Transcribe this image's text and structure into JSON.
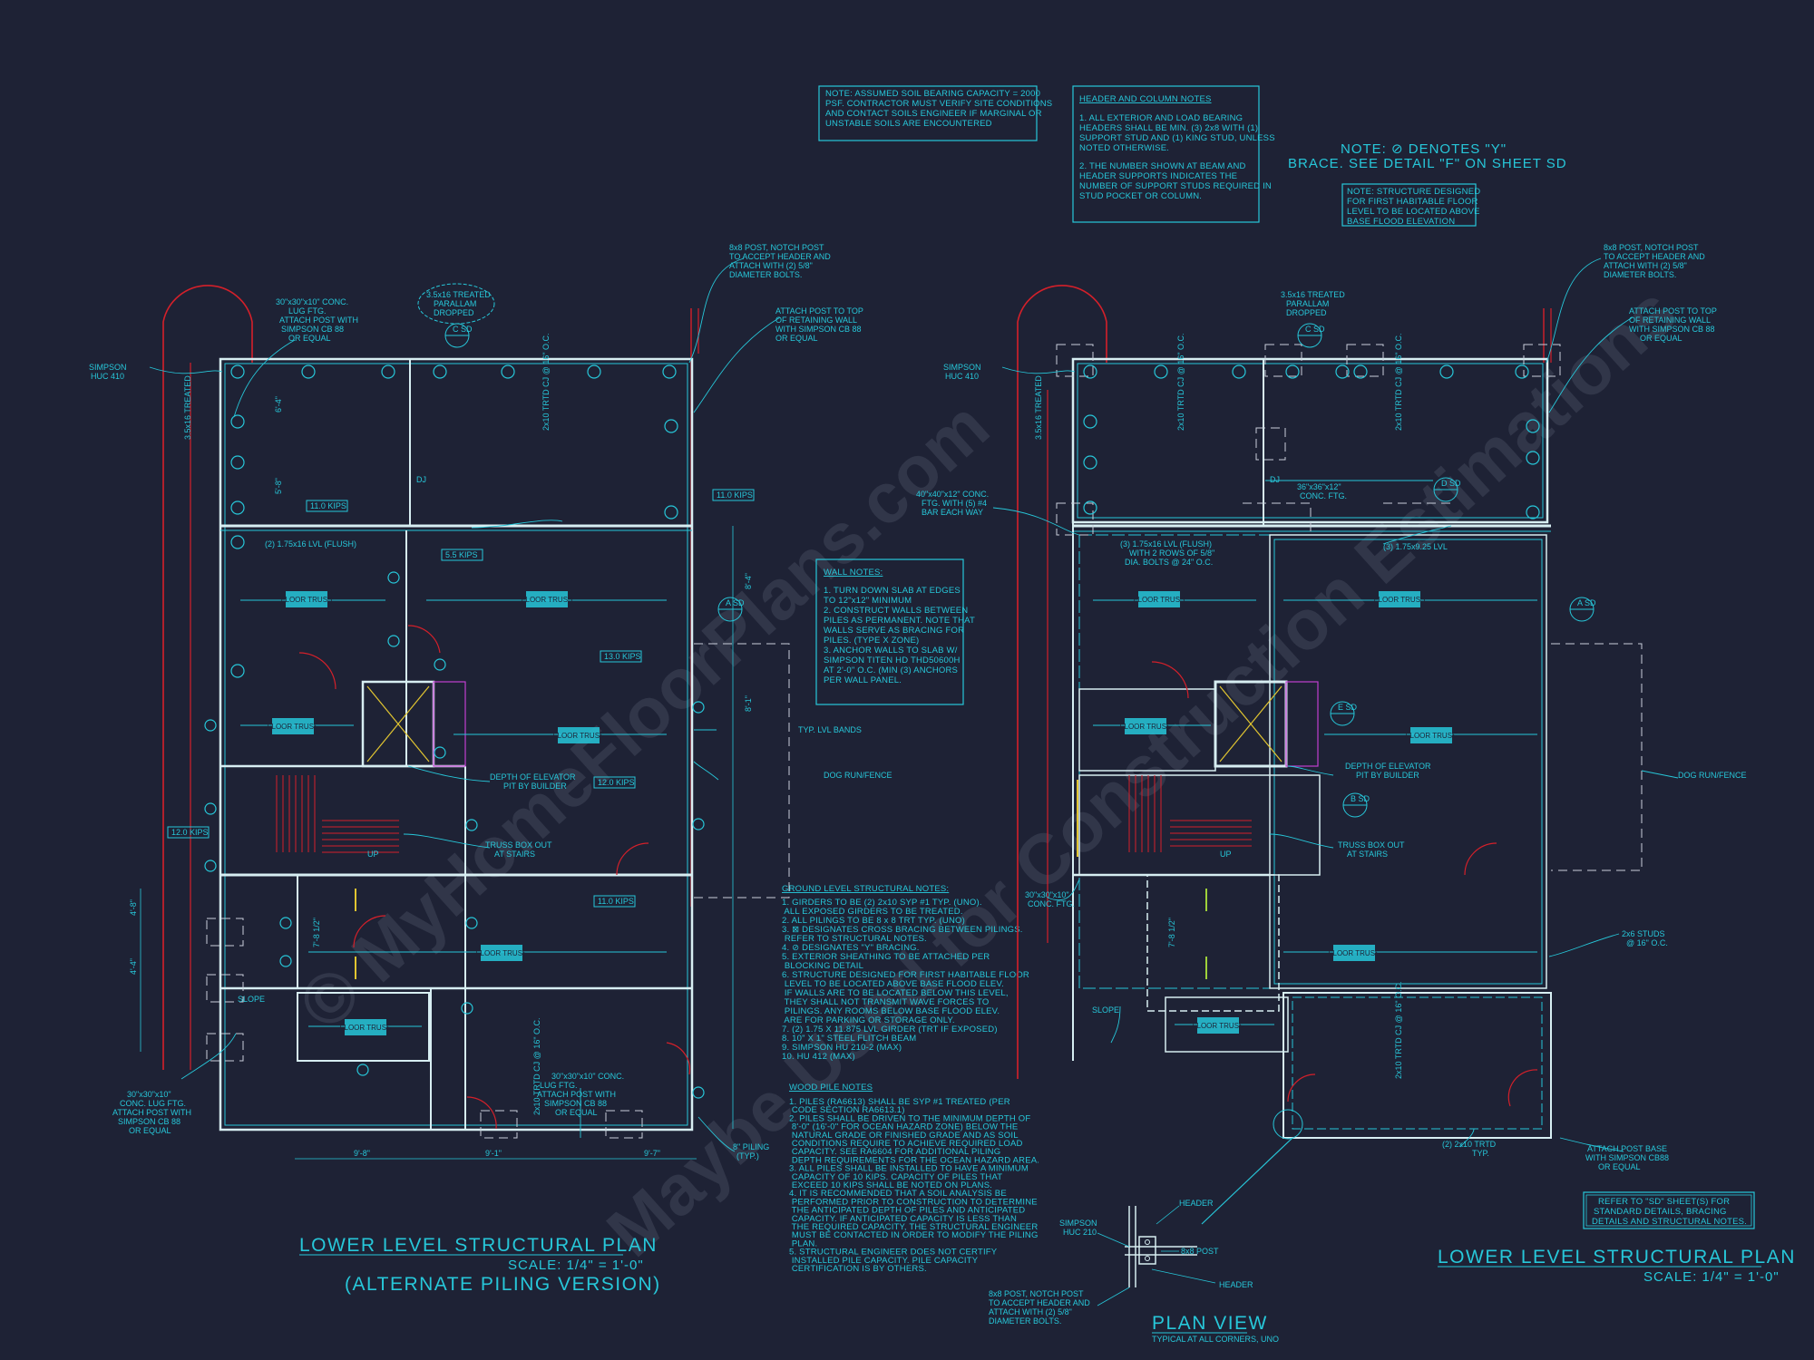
{
  "watermark": {
    "line1": "© MyHomeFloorPlans.com",
    "line2": "Maybe Used for Construction Estimations"
  },
  "notes": {
    "soil": [
      "NOTE: ASSUMED SOIL BEARING CAPACITY = 2000",
      "PSF. CONTRACTOR MUST VERIFY SITE CONDITIONS",
      "AND CONTACT SOILS ENGINEER IF MARGINAL OR",
      "UNSTABLE SOILS ARE ENCOUNTERED"
    ],
    "header_title": "HEADER AND COLUMN NOTES",
    "header_1": [
      "1. ALL EXTERIOR AND LOAD BEARING",
      "HEADERS SHALL BE MIN. (3) 2x8 WITH (1)",
      "SUPPORT STUD AND (1) KING STUD, UNLESS",
      "NOTED OTHERWISE."
    ],
    "header_2": [
      "2. THE NUMBER SHOWN AT BEAM AND",
      "HEADER SUPPORTS INDICATES THE",
      "NUMBER OF SUPPORT STUDS REQUIRED IN",
      "STUD POCKET OR COLUMN."
    ],
    "brace_1": "NOTE: ⊘ DENOTES \"Y\"",
    "brace_2": "BRACE. SEE DETAIL \"F\" ON SHEET SD",
    "flood": [
      "NOTE: STRUCTURE DESIGNED",
      "FOR FIRST HABITABLE FLOOR",
      "LEVEL TO BE LOCATED ABOVE",
      "BASE FLOOD ELEVATION"
    ],
    "wall_title": "WALL NOTES:",
    "wall": [
      "1. TURN DOWN SLAB AT EDGES",
      "TO 12\"x12\" MINIMUM",
      "",
      "2. CONSTRUCT WALLS BETWEEN",
      "PILES AS PERMANENT. NOTE THAT",
      "WALLS SERVE AS BRACING FOR",
      "PILES. (TYPE X ZONE)",
      "",
      "3. ANCHOR WALLS TO SLAB W/",
      "SIMPSON TITEN HD THD50600H",
      "AT 2'-0\" O.C. (MIN (3) ANCHORS",
      "PER WALL PANEL."
    ],
    "ground_title": "GROUND LEVEL STRUCTURAL NOTES:",
    "ground": [
      "1. GIRDERS TO BE (2) 2x10 SYP #1 TYP. (UNO).",
      "   ALL EXPOSED GIRDERS TO BE TREATED.",
      "2. ALL PILINGS TO BE 8 x 8 TRT TYP. (UNO)",
      "3. ⊠ DESIGNATES CROSS BRACING BETWEEN PILINGS.",
      "   REFER TO STRUCTURAL NOTES.",
      "4. ⊘ DESIGNATES \"Y\" BRACING.",
      "5. EXTERIOR SHEATHING TO BE ATTACHED PER",
      "   BLOCKING DETAIL",
      "6. STRUCTURE DESIGNED FOR FIRST HABITABLE FLOOR",
      "   LEVEL TO BE LOCATED ABOVE BASE FLOOD ELEV.",
      "   IF WALLS ARE TO BE LOCATED BELOW THIS LEVEL,",
      "   THEY SHALL NOT TRANSMIT WAVE FORCES TO",
      "   PILINGS. ANY ROOMS BELOW BASE FLOOD ELEV.",
      "   ARE FOR PARKING OR STORAGE ONLY.",
      "7. (2) 1.75 X 11.875 LVL GIRDER (TRT IF EXPOSED)",
      "8. 10\" X 1\" STEEL FLITCH BEAM",
      "9. SIMPSON HU 210-2 (MAX)",
      "10. HU 412 (MAX)"
    ],
    "pile_title": "WOOD PILE NOTES",
    "pile": [
      "1. PILES (RA6613) SHALL BE SYP #1 TREATED (PER",
      "   CODE SECTION RA6613.1)",
      "",
      "2. PILES SHALL BE DRIVEN TO THE MINIMUM DEPTH OF",
      "   8'-0\" (16'-0\" FOR OCEAN HAZARD ZONE) BELOW THE",
      "   NATURAL GRADE OR FINISHED GRADE AND AS SOIL",
      "   CONDITIONS REQUIRE TO ACHIEVE REQUIRED LOAD",
      "   CAPACITY. SEE RA6604 FOR ADDITIONAL PILING",
      "   DEPTH REQUIREMENTS FOR THE OCEAN HAZARD AREA.",
      "",
      "3. ALL PILES SHALL BE INSTALLED TO HAVE A MINIMUM",
      "   CAPACITY OF 10 KIPS. CAPACITY OF PILES THAT",
      "   EXCEED 10 KIPS SHALL BE NOTED ON PLANS.",
      "",
      "4. IT IS RECOMMENDED THAT A SOIL ANALYSIS BE",
      "   PERFORMED PRIOR TO CONSTRUCTION TO DETERMINE",
      "   THE ANTICIPATED DEPTH OF PILES AND ANTICIPATED",
      "   CAPACITY. IF ANTICIPATED CAPACITY IS LESS THAN",
      "   THE REQUIRED CAPACITY, THE STRUCTURAL ENGINEER",
      "   MUST BE CONTACTED IN ORDER TO MODIFY THE PILING",
      "   PLAN.",
      "",
      "5. STRUCTURAL ENGINEER DOES NOT CERTIFY",
      "   INSTALLED PILE CAPACITY. PILE CAPACITY",
      "   CERTIFICATION IS BY OTHERS."
    ],
    "refer": [
      "REFER TO \"SD\" SHEET(S) FOR",
      "STANDARD DETAILS, BRACING",
      "DETAILS AND STRUCTURAL NOTES."
    ]
  },
  "callouts": {
    "post_8x8": [
      "8x8 POST, NOTCH POST",
      "TO ACCEPT HEADER AND",
      "ATTACH WITH (2) 5/8\"",
      "DIAMETER BOLTS."
    ],
    "attach_post": [
      "ATTACH POST TO TOP",
      "OF RETAINING WALL",
      "WITH SIMPSON CB 88",
      "OR EQUAL"
    ],
    "lug_ftg": [
      "30\"x30\"x10\" CONC.",
      "LUG FTG.",
      "ATTACH POST WITH",
      "SIMPSON CB 88",
      "OR EQUAL"
    ],
    "parallam": [
      "3.5x16 TREATED",
      "PARALLAM",
      "DROPPED"
    ],
    "simpson_huc": [
      "SIMPSON",
      "HUC 410"
    ],
    "lvl_flush": "(2) 1.75x16 LVL (FLUSH)",
    "lvl_flush_bolts": [
      "(3) 1.75x16 LVL (FLUSH)",
      "WITH 2 ROWS OF 5/8\"",
      "DIA. BOLTS @ 24\" O.C."
    ],
    "lvl_925": "(3) 1.75x9.25 LVL",
    "elevator": [
      "DEPTH OF ELEVATOR",
      "PIT BY BUILDER"
    ],
    "truss_box": [
      "TRUSS BOX OUT",
      "AT STAIRS"
    ],
    "lvl_bands": "TYP. LVL BANDS",
    "dog_run": "DOG RUN/FENCE",
    "slope": "SLOPE",
    "up": "UP",
    "dj": "DJ",
    "trtd_cj": "2x10 TRTD CJ @ 16\" O.C.",
    "piling_typ": [
      "8\" PILING",
      "(TYP.)"
    ],
    "lug_ftg_left": [
      "30\"x30\"x10\"",
      "CONC. LUG FTG.",
      "ATTACH POST WITH",
      "SIMPSON CB 88",
      "OR EQUAL"
    ],
    "conc_ftg_40": [
      "40\"x40\"x12\" CONC.",
      "FTG. WITH (5) #4",
      "BAR EACH WAY"
    ],
    "conc_ftg_36": [
      "36\"x36\"x12\"",
      "CONC. FTG."
    ],
    "conc_ftg_30": [
      "30\"x30\"x10\"",
      "CONC. FTG."
    ],
    "studs": [
      "2x6 STUDS",
      "@ 16\" O.C."
    ],
    "rim_trtd": [
      "(2) 2x10 TRTD",
      "TYP."
    ],
    "post_base": [
      "ATTACH POST BASE",
      "WITH SIMPSON CB88",
      "OR EQUAL"
    ],
    "floor_truss": "FLOOR TRUSS",
    "kips": [
      "11.0 KIPS",
      "11.0 KIPS",
      "5.5 KIPS",
      "13.0 KIPS",
      "12.0 KIPS",
      "12.0 KIPS",
      "11.0 KIPS"
    ],
    "dims": [
      "6'-4\"",
      "5'-8\"",
      "9'-8\"",
      "9'-1\"",
      "9'-7\"",
      "8'-4\"",
      "8'-1\"",
      "4'-8\"",
      "4'-4\"",
      "7'-8 1/2\""
    ],
    "tags": [
      "C SD",
      "A SD",
      "B SD",
      "D SD",
      "E SD"
    ]
  },
  "detail": {
    "header": "HEADER",
    "post": "8x8 POST",
    "simpson": [
      "SIMPSON",
      "HUC 210"
    ],
    "notch": [
      "8x8 POST, NOTCH POST",
      "TO ACCEPT HEADER AND",
      "ATTACH WITH (2) 5/8\"",
      "DIAMETER BOLTS."
    ],
    "title": "PLAN VIEW",
    "subtitle": "TYPICAL AT ALL CORNERS, UNO"
  },
  "titles": {
    "left": "LOWER LEVEL STRUCTURAL PLAN",
    "left_scale": "SCALE: 1/4\" = 1'-0\"",
    "left_alt": "(ALTERNATE PILING VERSION)",
    "right": "LOWER LEVEL STRUCTURAL PLAN",
    "right_scale": "SCALE: 1/4\" = 1'-0\""
  },
  "colors": {
    "background": "#1e2235",
    "primary": "#27c7d9",
    "red": "#d4202a",
    "white": "#d7eef2"
  }
}
